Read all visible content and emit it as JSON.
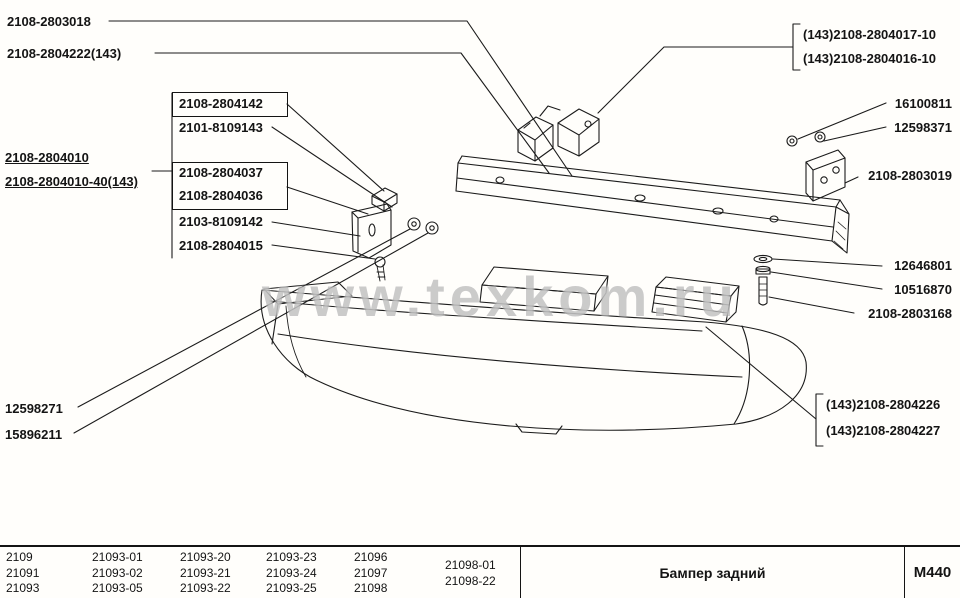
{
  "colors": {
    "line": "#1b1b1b",
    "background": "#fffefb",
    "watermark": "#7d7d7d"
  },
  "watermark": "www.texkom.ru",
  "callouts": {
    "beam": "2108-2803018",
    "beam_variant": "2108-2804222(143)",
    "clamp_upper": "2108-2804142",
    "clamp_lower": "2101-8109143",
    "assembly": "2108-2804010",
    "assembly_variant": "2108-2804010-40(143)",
    "bracket_a": "2108-2804037",
    "bracket_b": "2108-2804036",
    "bolt_left": "2103-8109142",
    "bracket_side": "2108-2804015",
    "top_bracket_1": "(143)2108-2804017-10",
    "top_bracket_2": "(143)2108-2804016-10",
    "nut_upper_right": "16100811",
    "washer_upper_right": "12598371",
    "bracket_right": "2108-2803019",
    "washer_stud": "12646801",
    "nut_stud": "10516870",
    "stud": "2108-2803168",
    "end_piece_1": "(143)2108-2804226",
    "end_piece_2": "(143)2108-2804227",
    "washer_left": "12598271",
    "nut_left": "15896211"
  },
  "footer": {
    "models": [
      [
        "2109",
        "21091",
        "21093"
      ],
      [
        "21093-01",
        "21093-02",
        "21093-05"
      ],
      [
        "21093-20",
        "21093-21",
        "21093-22"
      ],
      [
        "21093-23",
        "21093-24",
        "21093-25"
      ],
      [
        "21096",
        "21097",
        "21098"
      ]
    ],
    "models_extra": [
      "21098-01",
      "21098-22"
    ],
    "part_name": "Бампер задний",
    "sheet_code": "M440"
  }
}
